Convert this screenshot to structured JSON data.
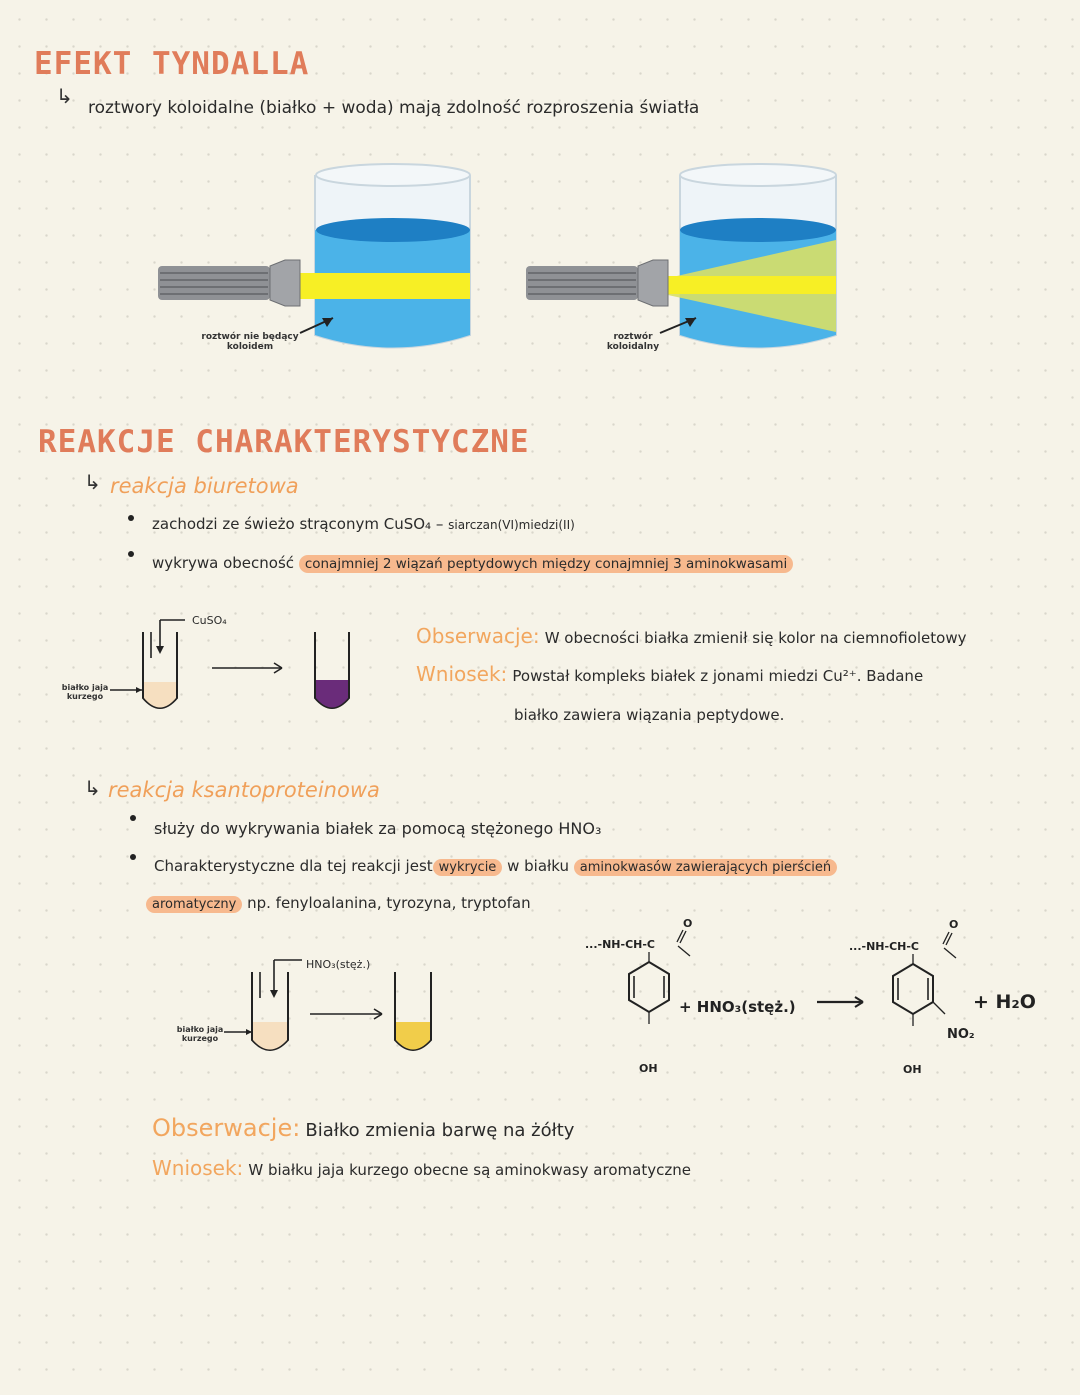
{
  "tyndall": {
    "title": "EFEKT TYNDALLA",
    "subtitle": "roztwory koloidalne (białko + woda) mają zdolność rozproszenia światła",
    "label_left": "roztwór nie będący koloidem",
    "label_right": "roztwór koloidalny"
  },
  "reactions": {
    "title": "REAKCJE CHARAKTERYSTYCZNE",
    "biuret": {
      "heading": "reakcja biuretowa",
      "b1_text": "zachodzi ze świeżo strąconym CuSO₄ –",
      "b1_small": "siarczan(VI)miedzi(II)",
      "b2_text": "wykrywa obecność",
      "b2_highlight": "conajmniej 2 wiązań peptydowych między conajmniej 3 aminokwasami",
      "reagent": "CuSO₄",
      "sample_label": "białko jaja kurzego",
      "obs_label": "Obserwacje:",
      "obs_text": "W obecności białka zmienił się kolor na ciemnofioletowy",
      "concl_label": "Wniosek:",
      "concl_text1": "Powstał kompleks białek z jonami miedzi Cu²⁺. Badane",
      "concl_text2": "białko zawiera wiązania peptydowe.",
      "after_color": "#6a2c7a"
    },
    "xantho": {
      "heading": "reakcja ksantoproteinowa",
      "b1_text": "służy do wykrywania białek za pomocą stężonego HNO₃",
      "b2_text": "Charakterystyczne dla tej reakcji jest",
      "b2_hl1": "wykrycie",
      "b2_mid": "w białku",
      "b2_hl2": "aminokwasów zawierających pierścień",
      "b2_hl3": "aromatyczny",
      "b2_tail": "np. fenyloalanina, tyrozyna, tryptofan",
      "reagent": "HNO₃(stęż.)",
      "sample_label": "białko jaja kurzego",
      "after_color": "#f1cd4a",
      "eq_chain": "...-NH-CH-C",
      "eq_o": "O",
      "eq_plus_hno3": "+ HNO₃(stęż.)",
      "eq_oh": "OH",
      "eq_no2": "NO₂",
      "eq_water": "+ H₂O",
      "obs_label": "Obserwacje:",
      "obs_text": "Białko zmienia barwę na żółty",
      "concl_label": "Wniosek:",
      "concl_text": "W białku jaja kurzego obecne są aminokwasy aromatyczne"
    }
  }
}
